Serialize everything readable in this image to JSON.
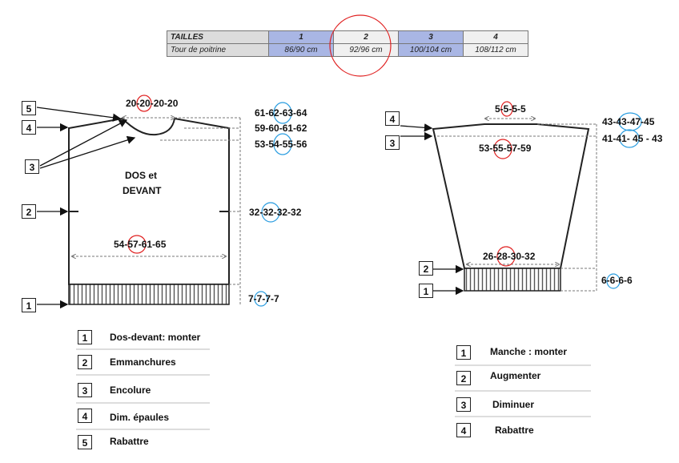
{
  "sizes_table": {
    "header": [
      "TAILLES",
      "1",
      "2",
      "3",
      "4"
    ],
    "row": [
      "Tour de poitrine",
      "86/90 cm",
      "92/96 cm",
      "100/104 cm",
      "108/112 cm"
    ]
  },
  "body_piece": {
    "title_line1": "DOS et",
    "title_line2": "DEVANT",
    "top_width": "20-20-20-20",
    "total_height": "61-62-63-64",
    "shoulder_height": "59-60-61-62",
    "neck_height": "53-54-55-56",
    "armhole_height": "32-32-32-32",
    "width": "54-57-61-65",
    "rib_height": "7-7-7-7"
  },
  "sleeve_piece": {
    "top_width": "5-5-5-5",
    "total_height": "43-43-47-45",
    "dec_height": "41-41- 45 - 43",
    "upper_width": "53-55-57-59",
    "cuff_width": "26-28-30-32",
    "rib_height": "6-6-6-6"
  },
  "legend_body": [
    {
      "num": "1",
      "text": "Dos-devant: monter"
    },
    {
      "num": "2",
      "text": "Emmanchures"
    },
    {
      "num": "3",
      "text": "Encolure"
    },
    {
      "num": "4",
      "text": "Dim. épaules"
    },
    {
      "num": "5",
      "text": "Rabattre"
    }
  ],
  "legend_sleeve": [
    {
      "num": "1",
      "text": "Manche : monter"
    },
    {
      "num": "2",
      "text": "Augmenter"
    },
    {
      "num": "3",
      "text": "Diminuer"
    },
    {
      "num": "4",
      "text": "Rabattre"
    }
  ],
  "callouts_body": [
    "5",
    "4",
    "3",
    "2",
    "1"
  ],
  "callouts_sleeve": [
    "4",
    "3",
    "2",
    "1"
  ],
  "colors": {
    "highlight_red": "#e02020",
    "highlight_blue": "#2a9de0",
    "table_blue": "#a9b6e4",
    "dashed": "#777777"
  }
}
